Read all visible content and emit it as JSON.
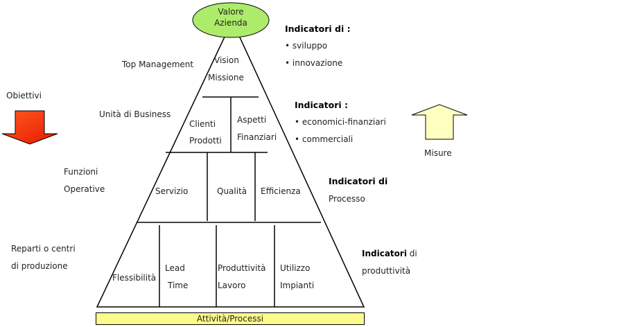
{
  "apex": {
    "line1": "Valore",
    "line2": "Azienda"
  },
  "levels": {
    "top": "Top Management",
    "business_unit": "Unità di Business",
    "functions": {
      "line1": "Funzioni",
      "line2": "Operative"
    },
    "departments": {
      "line1": "Reparti o centri",
      "line2": "di produzione"
    }
  },
  "pyramid": {
    "vision": {
      "line1": "Vision",
      "line2": "Missione"
    },
    "clienti": {
      "line1": "Clienti",
      "line2": "Prodotti"
    },
    "aspetti": {
      "line1": "Aspetti",
      "line2": "Finanziari"
    },
    "servizio": "Servizio",
    "qualita": "Qualità",
    "efficienza": "Efficienza",
    "flessibilita": "Flessibilità",
    "lead": {
      "line1": "Lead",
      "line2": "Time"
    },
    "produttivita": {
      "line1": "Produttività",
      "line2": "Lavoro"
    },
    "utilizzo": {
      "line1": "Utilizzo",
      "line2": "Impianti"
    },
    "base": "Attività/Processi"
  },
  "indicators": {
    "top": {
      "title": "Indicatori di :",
      "items": [
        "• sviluppo",
        "• innovazione"
      ]
    },
    "business": {
      "title": "Indicatori :",
      "items": [
        "• economici-finanziari",
        "• commerciali"
      ]
    },
    "process": {
      "title": "Indicatori di",
      "subtitle": "Processo"
    },
    "productivity": {
      "title": "Indicatori",
      "title_rest": " di",
      "subtitle": "produttività"
    }
  },
  "arrows": {
    "down_label": "Obiettivi",
    "up_label": "Misure"
  },
  "colors": {
    "apex_fill": "#adeb6a",
    "down_arrow": "#ff3a10",
    "up_arrow": "#ffffc0",
    "base_fill": "#fbfb8c"
  }
}
